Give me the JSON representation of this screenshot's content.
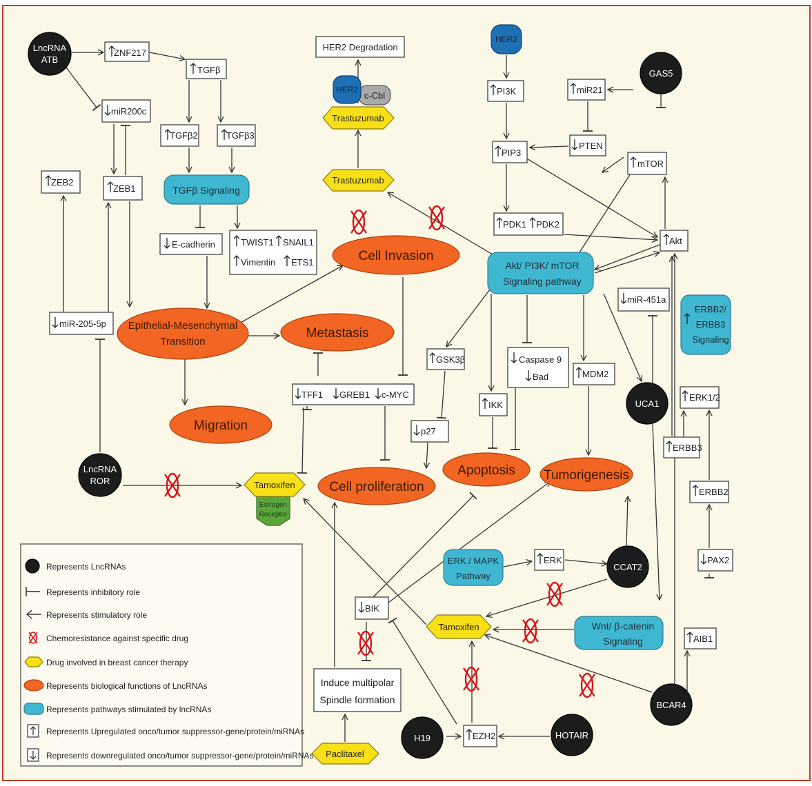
{
  "colors": {
    "background": "#fbf8e8",
    "border": "#c0392b",
    "lncrna": "#1c1c1c",
    "function": "#f26522",
    "pathway": "#3fb7d0",
    "drug": "#f7e017",
    "receptor": "#5aa63a",
    "her2": "#1f6fb5",
    "cbl": "#a9a9a9",
    "chemo": "#d7141a"
  },
  "lncrnas": {
    "atb": [
      "LncRNA",
      "ATB"
    ],
    "ror": [
      "LncRNA",
      "ROR"
    ],
    "gas5": "GAS5",
    "uca1": "UCA1",
    "ccat2": "CCAT2",
    "bcar4": "BCAR4",
    "h19": "H19",
    "hotair": "HOTAIR"
  },
  "genes": {
    "znf217": "ZNF217",
    "tgfb": "TGFβ",
    "mir200c": "miR200c",
    "tgfb2": "TGFβ2",
    "tgfb3": "TGFβ3",
    "zeb2": "ZEB2",
    "zeb1": "ZEB1",
    "ecadherin": "E-cadherin",
    "twist1": "TWIST1",
    "snail1": "SNAIL1",
    "vimentin": "Vimentin",
    "ets1": "ETS1",
    "mir205": "miR-205-5p",
    "her2_degradation": "HER2 Degradation",
    "pi3k": "PI3K",
    "mir21": "miR21",
    "pip3": "PIP3",
    "pten": "PTEN",
    "mtor": "mTOR",
    "pdk1": "PDK1",
    "pdk2": "PDK2",
    "akt": "Akt",
    "mir451a": "miR-451a",
    "gsk3b": "GSK3β",
    "caspase9": "Caspase 9",
    "bad": "Bad",
    "mdm2": "MDM2",
    "tff1": "TFF1",
    "greb1": "GREB1",
    "cmyc": "c-MYC",
    "ikk": "IKK",
    "p27": "p27",
    "erk12": "ERK1/2",
    "erbb3": "ERBB3",
    "erbb2": "ERBB2",
    "pax2": "PAX2",
    "aib1": "AIB1",
    "erk": "ERK",
    "bik": "BIK",
    "ezh2": "EZH2",
    "spindle": [
      "Induce multipolar",
      "Spindle formation"
    ]
  },
  "pathways": {
    "tgfb_signaling": "TGFβ Signaling",
    "akt_pathway": [
      "Akt/ PI3K/ mTOR",
      "Signaling pathway"
    ],
    "erbb_signaling": [
      "ERBB2/",
      "ERBB3",
      "Signaling"
    ],
    "erk_mapk": [
      "ERK / MAPK",
      "Pathway"
    ],
    "wnt": [
      "Wnt/ β-catenin",
      "Signaling"
    ]
  },
  "functions": {
    "emt": [
      "Epithelial-Mesenchymal",
      "Transition"
    ],
    "invasion": "Cell Invasion",
    "metastasis": "Metastasis",
    "migration": "Migration",
    "proliferation": "Cell proliferation",
    "apoptosis": "Apoptosis",
    "tumorigenesis": "Tumorigenesis"
  },
  "drugs": {
    "trastuzumab_top": "Trastuzumab",
    "trastuzumab": "Trastuzumab",
    "tamoxifen_left": "Tamoxifen",
    "estrogen": [
      "Estrogen",
      "Receptor"
    ],
    "tamoxifen_right": "Tamoxifen",
    "paclitaxel": "Paclitaxel"
  },
  "proteins": {
    "her2_top": "HER2",
    "her2_complex": "HER2",
    "cbl": "c-Cbl"
  },
  "legend": [
    "Represents LncRNAs",
    "Represents inhibitory role",
    "Represents stimulatory role",
    "Chemoresistance against specific drug",
    "Drug involved in breast cancer therapy",
    "Represents biological functions of LncRNAs",
    "Represents pathways stimulated by lncRNAs",
    "Represents  Upregulated onco/tumor suppressor-gene/protein/miRNAs",
    "Represents downregulated onco/tumor suppressor-gene/protein/miRNAs"
  ]
}
